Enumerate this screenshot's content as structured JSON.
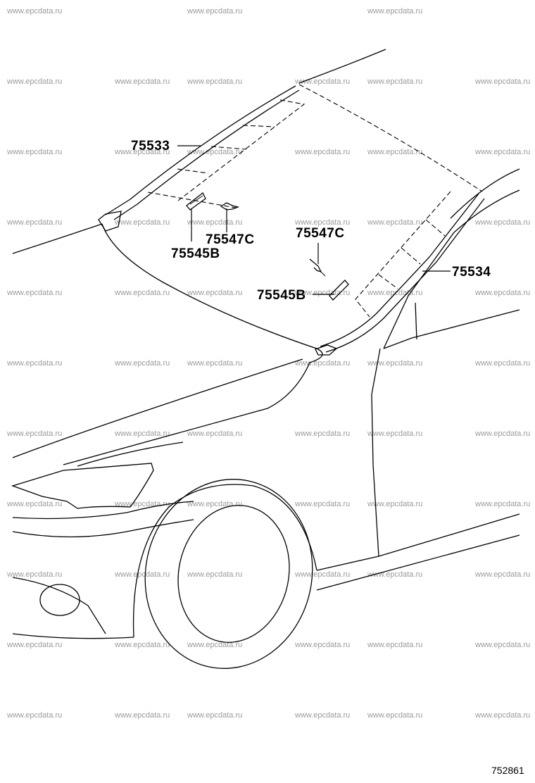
{
  "watermark": "www.epcdata.ru",
  "diagram_code": "752861",
  "parts": {
    "p75533": "75533",
    "p75534": "75534",
    "p75545b_left": "75545B",
    "p75545b_right": "75545B",
    "p75547c_left": "75547C",
    "p75547c_right": "75547C"
  }
}
